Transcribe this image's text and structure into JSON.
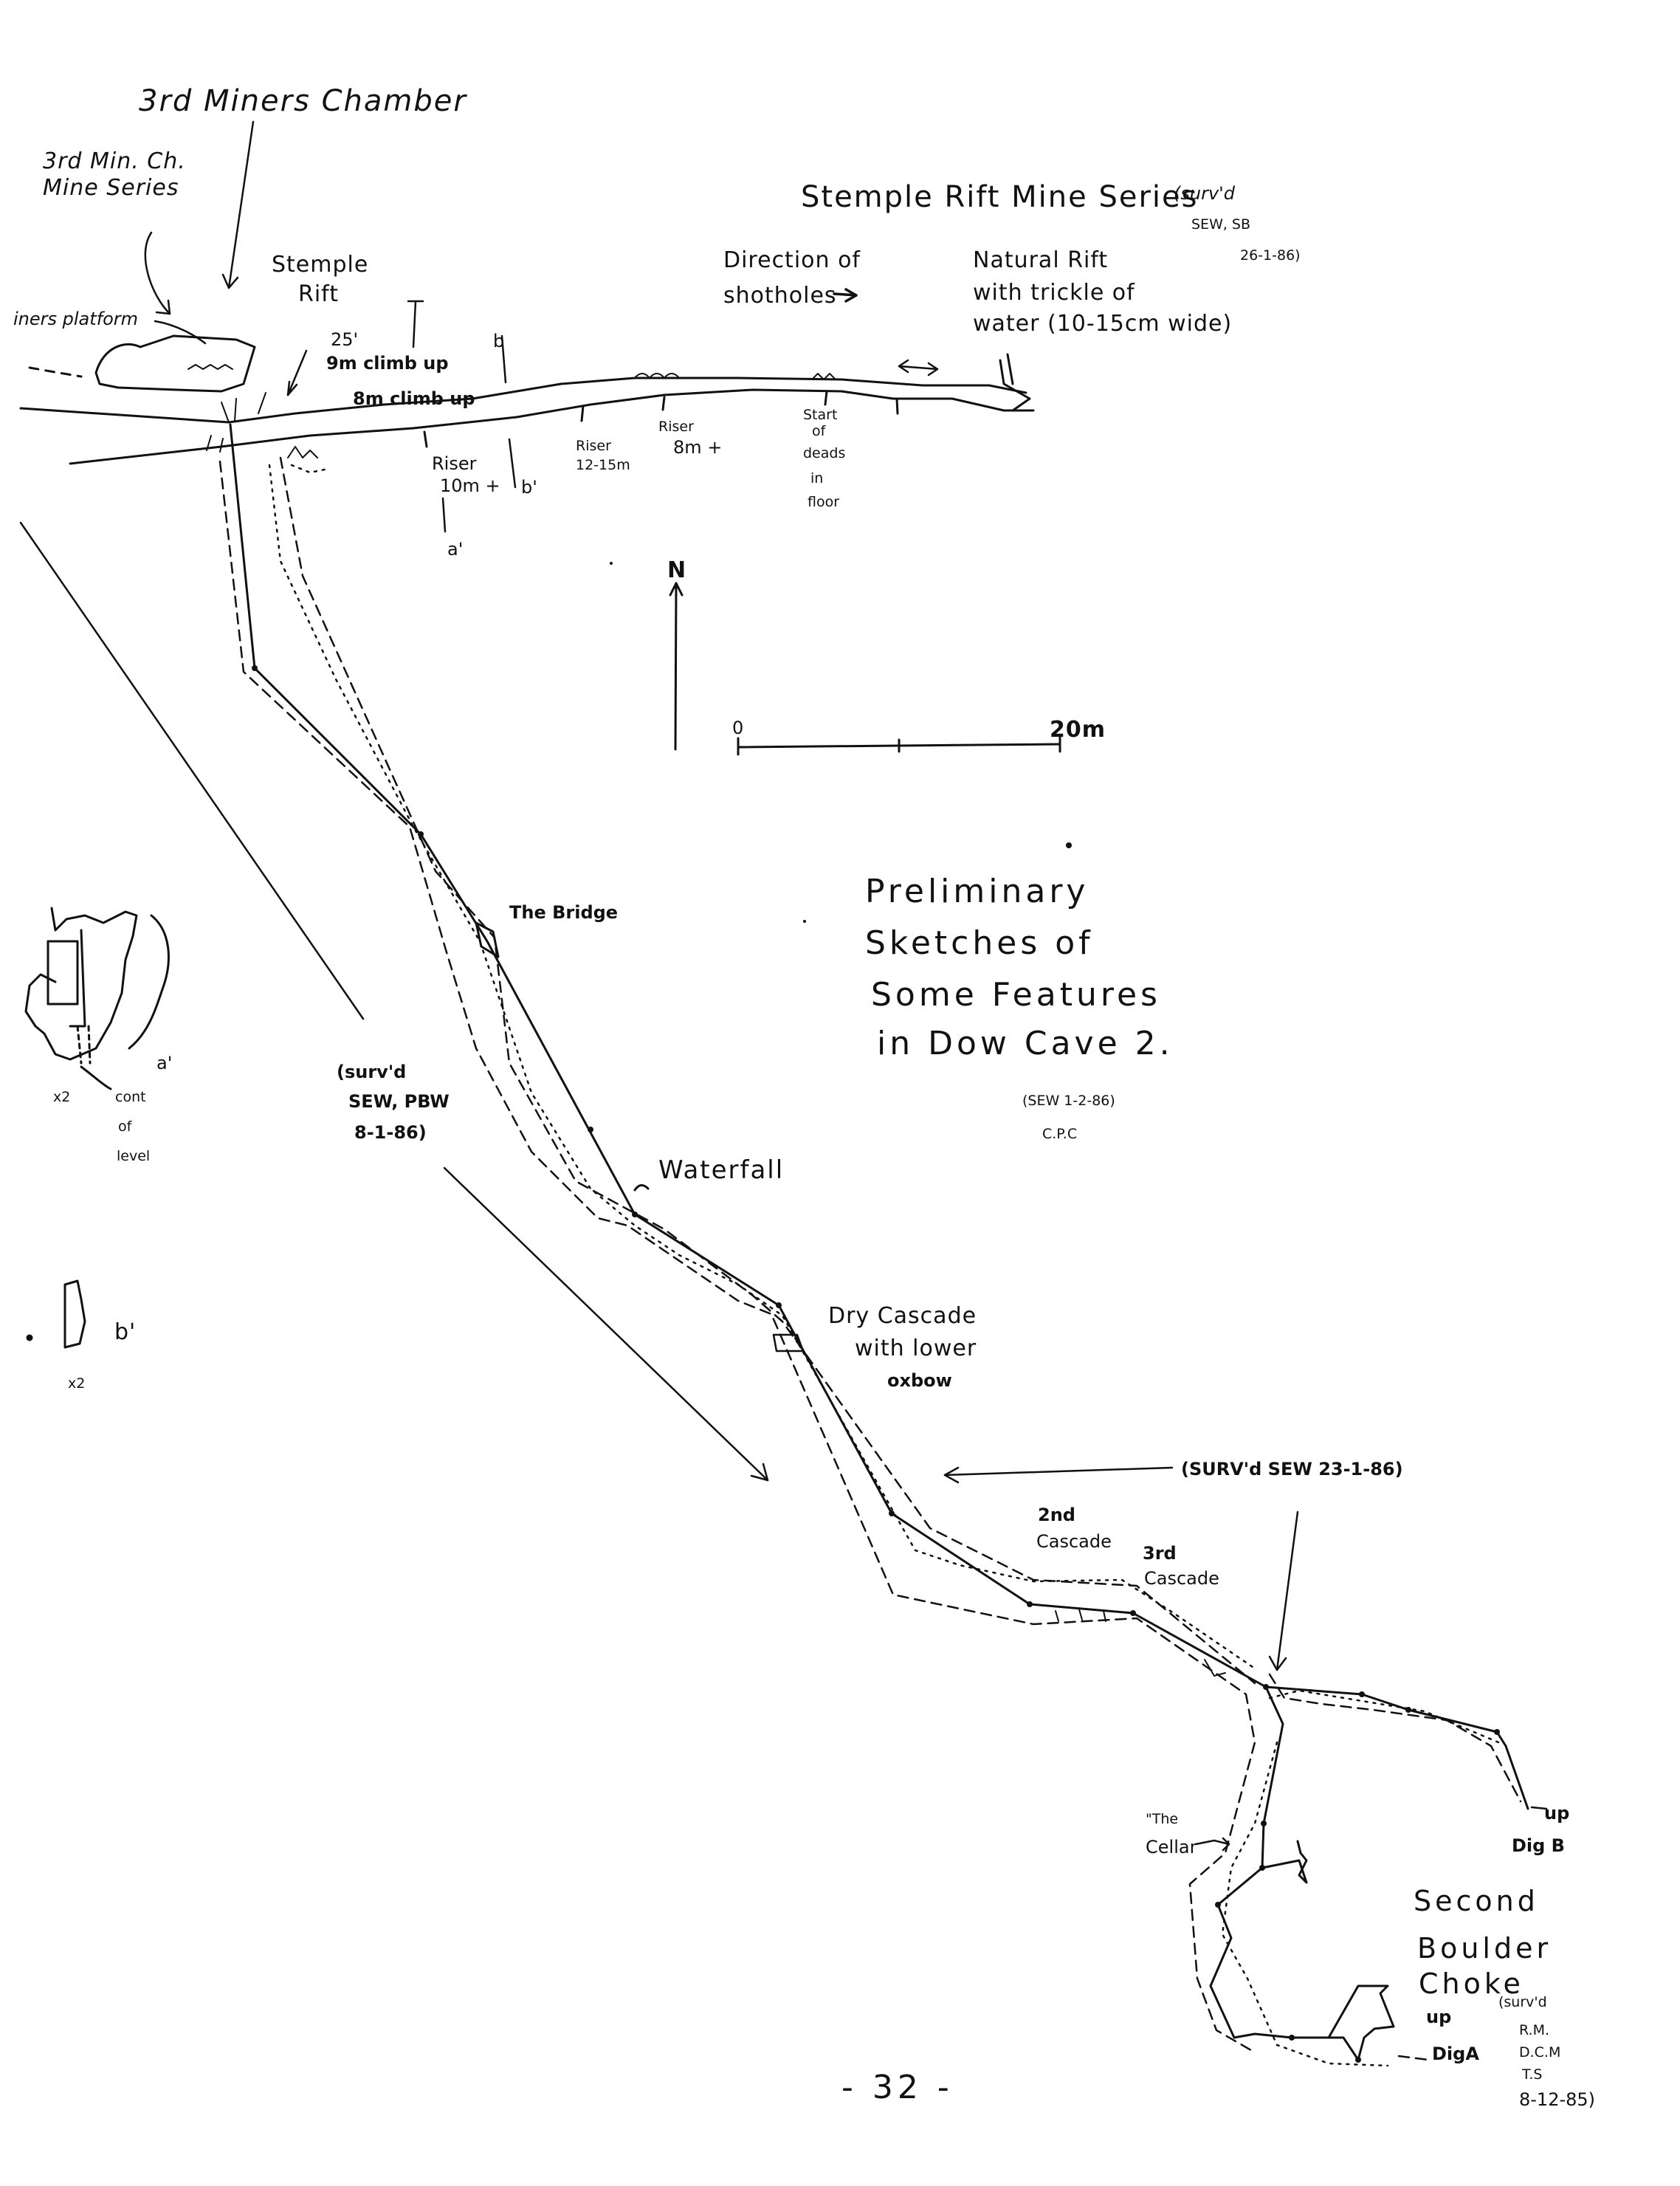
{
  "labels": {
    "third_miners_chamber": "3rd Miners Chamber",
    "third_min_ch_line1": "3rd Min. Ch.",
    "third_min_ch_line2": "Mine Series",
    "miners_platform": "iners platform",
    "stemple_rift_1": "Stemple",
    "stemple_rift_2": "Rift",
    "climb_25": "25'",
    "climb_9m": "9m climb up",
    "climb_8m": "8m climb up",
    "section_b": "b",
    "section_b_prime": "b'",
    "section_a_prime": "a'",
    "riser_10_1": "Riser",
    "riser_10_2": "10m +",
    "riser_12_1": "Riser",
    "riser_12_2": "12-15m",
    "riser_8_1": "Riser",
    "riser_8_2": "8m +",
    "start_deads_1": "Start",
    "start_deads_2": "of",
    "start_deads_3": "deads",
    "start_deads_4": "in",
    "start_deads_5": "floor",
    "stemple_mine_series": "Stemple Rift Mine Series",
    "survd_sew_sb_1": "(surv'd",
    "survd_sew_sb_2": "SEW, SB",
    "survd_sew_sb_3": "26-1-86)",
    "direction_1": "Direction of",
    "direction_2": "shotholes",
    "natural_rift_1": "Natural Rift",
    "natural_rift_2": "with trickle of",
    "natural_rift_3": "water (10-15cm wide)",
    "north": "N",
    "scale_zero": "0",
    "scale_end": "20m",
    "title_1": "Preliminary",
    "title_2": "Sketches of",
    "title_3": "Some Features",
    "title_4": "in Dow Cave 2.",
    "credit_1": "(SEW 1-2-86)",
    "credit_2": "C.P.C",
    "the_bridge": "The Bridge",
    "waterfall": "Waterfall",
    "survd_sew_pbw_1": "(surv'd",
    "survd_sew_pbw_2": "SEW, PBW",
    "survd_sew_pbw_3": "8-1-86)",
    "dry_cascade_1": "Dry Cascade",
    "dry_cascade_2": "with lower",
    "dry_cascade_3": "oxbow",
    "survd_sew_23": "(SURV'd SEW 23-1-86)",
    "second_cascade_1": "2nd",
    "second_cascade_2": "Cascade",
    "third_cascade_1": "3rd",
    "third_cascade_2": "Cascade",
    "the_cellar_1": "\"The",
    "the_cellar_2": "Cellar",
    "up_b": "up",
    "dig_b": "Dig B",
    "second_boulder_1": "Second",
    "second_boulder_2": "Boulder",
    "second_boulder_3": "Choke",
    "survd_rm_1": "(surv'd",
    "survd_rm_2": "R.M.",
    "survd_rm_3": "D.C.M",
    "survd_rm_4": "T.S",
    "survd_rm_5": "8-12-85)",
    "up_a": "up",
    "dig_a": "DigA",
    "x2_a": "x2",
    "cont_level_1": "cont",
    "cont_level_2": "of",
    "cont_level_3": "level",
    "x2_b": "x2",
    "page_number": "- 32 -"
  },
  "ink_color": "#111111",
  "background_color": "#ffffff"
}
